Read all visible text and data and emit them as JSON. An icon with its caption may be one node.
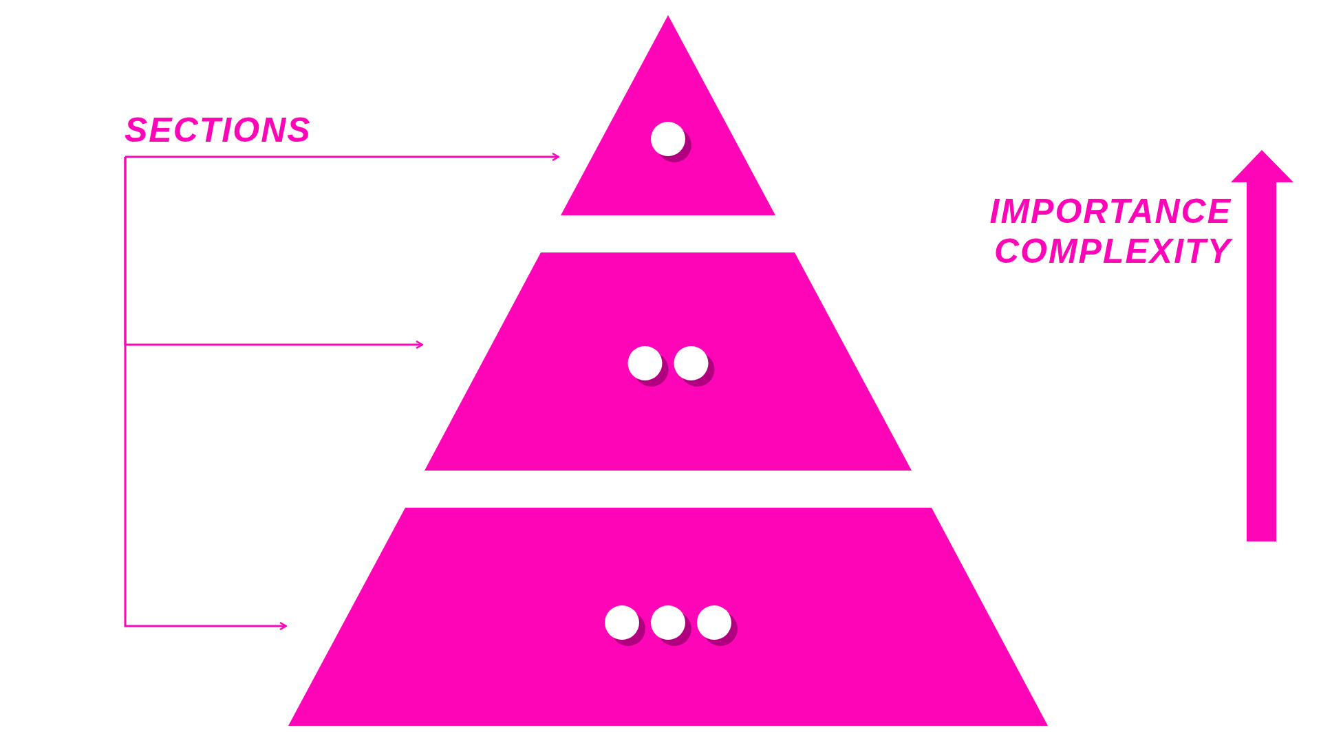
{
  "diagram": {
    "nodes": [
      {
        "text": [
          "SECTIONS"
        ]
      },
      {
        "text": [],
        "shape": "triangle"
      },
      {
        "text": [],
        "shape": "trapezoid"
      },
      {
        "text": [],
        "shape": "trapezoid"
      }
    ],
    "edges": [
      {
        "from": 0,
        "to": 1,
        "arrow": "to"
      },
      {
        "from": 0,
        "to": 2,
        "arrow": "to"
      },
      {
        "from": 0,
        "to": 3,
        "arrow": "to"
      }
    ],
    "labels": [
      "IMPORTANCE COMPLEXITY"
    ]
  }
}
